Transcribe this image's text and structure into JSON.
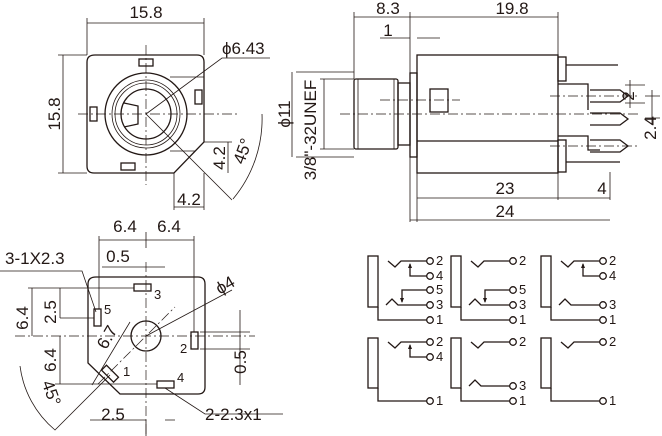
{
  "front_view": {
    "width": "15.8",
    "height": "15.8",
    "bore_diameter": "ϕ6.43",
    "chamfer_v": "4.2",
    "chamfer_h": "4.2",
    "chamfer_angle": "45°"
  },
  "side_view": {
    "thread_length": "8.3",
    "body_length": "19.8",
    "flange": "1",
    "thread_diameter": "ϕ11",
    "thread_spec": "3/8\"-32UNEF",
    "pin_pitch": "2",
    "pin_offset": "2.4",
    "body_to_pins": "23",
    "pin_length": "4",
    "overall_length": "24"
  },
  "bottom_view": {
    "pitch_left": "6.4",
    "pitch_right": "6.4",
    "offset_top": "0.5",
    "slot_spec_3": "3-1X2.3",
    "vert_upper": "6.4",
    "vert_pin5": "2.5",
    "vert_lower": "6.4",
    "diag_dist": "6.7",
    "hole_diameter": "ϕ4",
    "offset_pin2": "0.5",
    "angle": "45°",
    "offset_bottom": "2.5",
    "slot_spec_2": "2-2.3x1",
    "pin_labels": [
      "3",
      "5",
      "2",
      "1",
      "4"
    ]
  },
  "schematics": [
    {
      "pins": [
        "2",
        "4",
        "5",
        "3",
        "1"
      ]
    },
    {
      "pins": [
        "2",
        "5",
        "3",
        "1"
      ]
    },
    {
      "pins": [
        "2",
        "4",
        "3",
        "1"
      ]
    },
    {
      "pins": [
        "2",
        "4",
        "1"
      ]
    },
    {
      "pins": [
        "2",
        "3",
        "1"
      ]
    },
    {
      "pins": [
        "2",
        "1"
      ]
    }
  ]
}
